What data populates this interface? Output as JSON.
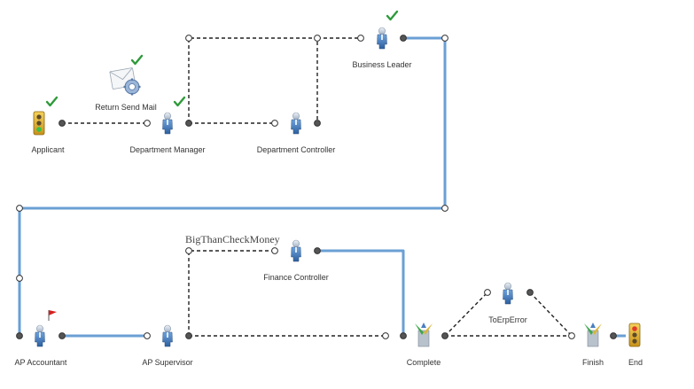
{
  "nodes": {
    "applicant": "Applicant",
    "return_send_mail": "Return Send Mail",
    "department_manager": "Department Manager",
    "department_controller": "Department Controller",
    "business_leader": "Business Leader",
    "ap_accountant": "AP Accountant",
    "ap_supervisor": "AP Supervisor",
    "finance_controller": "Finance Controller",
    "complete": "Complete",
    "to_erp_error": "ToErpError",
    "finish": "Finish",
    "end": "End"
  },
  "conditions": {
    "big_than_check_money": "BigThanCheckMoney"
  },
  "colors": {
    "active_path": "#6a9fd4",
    "pending_path": "#222222",
    "check": "#2e9a3a",
    "flag": "#d42020"
  },
  "icons": {
    "approved": "checkmark-icon",
    "current": "flag-icon",
    "person": "person-icon",
    "start": "traffic-light-icon",
    "mail": "mail-gear-icon",
    "merge": "merge-arrows-icon"
  }
}
